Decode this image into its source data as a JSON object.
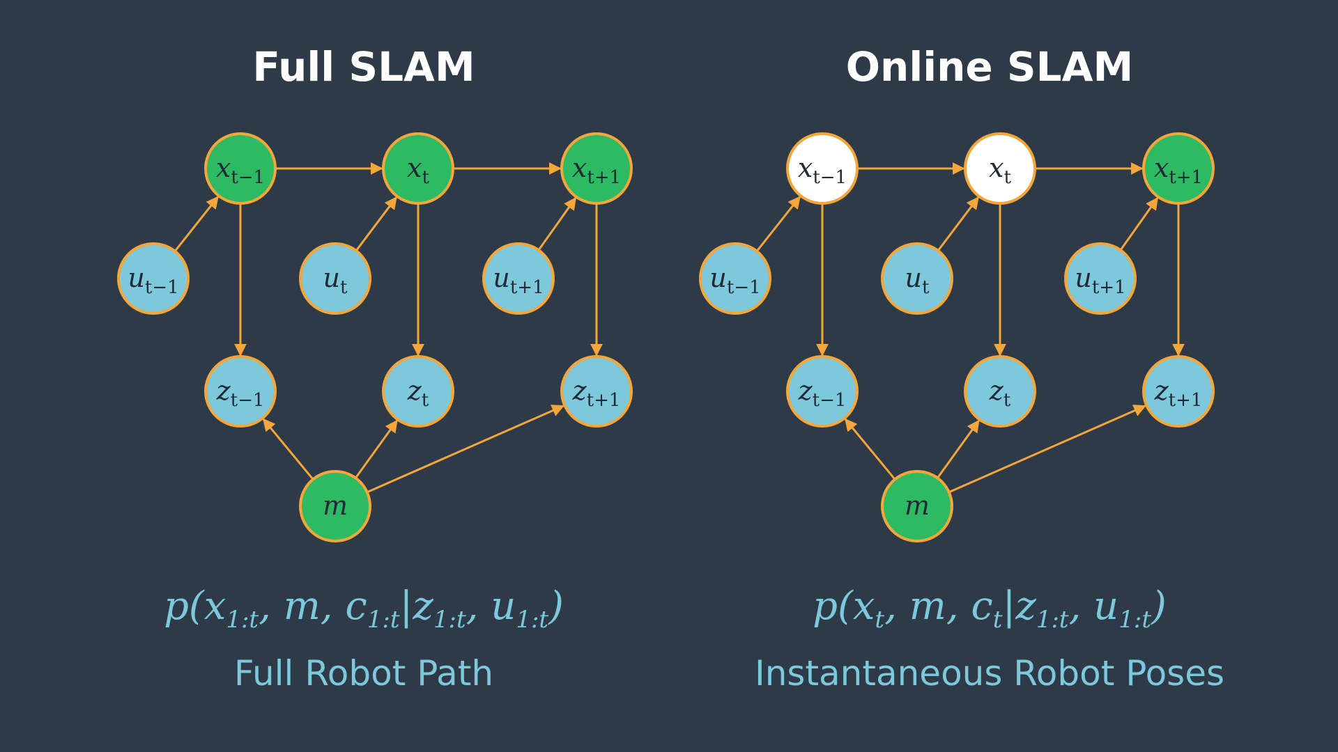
{
  "colors": {
    "background": "#2e3a48",
    "edge": "#f3a73a",
    "observed_node": "#7ec8dc",
    "pose_node": "#2dba63",
    "marginalized_node": "#ffffff",
    "text_accent": "#7ec8dc",
    "title": "#ffffff"
  },
  "panels": [
    {
      "title": "Full SLAM",
      "formula": {
        "parts": [
          "p(x",
          "1:t",
          ", m, c",
          "1:t",
          "|z",
          "1:t",
          ", u",
          "1:t",
          ")"
        ]
      },
      "caption": "Full Robot Path",
      "nodes": [
        {
          "id": "x_prev",
          "base": "x",
          "sub": "t−1",
          "kind": "pose"
        },
        {
          "id": "x_cur",
          "base": "x",
          "sub": "t",
          "kind": "pose"
        },
        {
          "id": "x_next",
          "base": "x",
          "sub": "t+1",
          "kind": "pose"
        },
        {
          "id": "u_prev",
          "base": "u",
          "sub": "t−1",
          "kind": "observed"
        },
        {
          "id": "u_cur",
          "base": "u",
          "sub": "t",
          "kind": "observed"
        },
        {
          "id": "u_next",
          "base": "u",
          "sub": "t+1",
          "kind": "observed"
        },
        {
          "id": "z_prev",
          "base": "z",
          "sub": "t−1",
          "kind": "observed"
        },
        {
          "id": "z_cur",
          "base": "z",
          "sub": "t",
          "kind": "observed"
        },
        {
          "id": "z_next",
          "base": "z",
          "sub": "t+1",
          "kind": "observed"
        },
        {
          "id": "m",
          "base": "m",
          "sub": "",
          "kind": "pose"
        }
      ]
    },
    {
      "title": "Online SLAM",
      "formula": {
        "parts": [
          "p(x",
          "t",
          ", m, c",
          "t",
          "|z",
          "1:t",
          ", u",
          "1:t",
          ")"
        ]
      },
      "caption": "Instantaneous Robot Poses",
      "nodes": [
        {
          "id": "x_prev",
          "base": "x",
          "sub": "t−1",
          "kind": "marginalized"
        },
        {
          "id": "x_cur",
          "base": "x",
          "sub": "t",
          "kind": "marginalized"
        },
        {
          "id": "x_next",
          "base": "x",
          "sub": "t+1",
          "kind": "pose"
        },
        {
          "id": "u_prev",
          "base": "u",
          "sub": "t−1",
          "kind": "observed"
        },
        {
          "id": "u_cur",
          "base": "u",
          "sub": "t",
          "kind": "observed"
        },
        {
          "id": "u_next",
          "base": "u",
          "sub": "t+1",
          "kind": "observed"
        },
        {
          "id": "z_prev",
          "base": "z",
          "sub": "t−1",
          "kind": "observed"
        },
        {
          "id": "z_cur",
          "base": "z",
          "sub": "t",
          "kind": "observed"
        },
        {
          "id": "z_next",
          "base": "z",
          "sub": "t+1",
          "kind": "observed"
        },
        {
          "id": "m",
          "base": "m",
          "sub": "",
          "kind": "pose"
        }
      ]
    }
  ],
  "edges": [
    [
      "x_prev",
      "x_cur"
    ],
    [
      "x_cur",
      "x_next"
    ],
    [
      "u_prev",
      "x_prev"
    ],
    [
      "u_cur",
      "x_cur"
    ],
    [
      "u_next",
      "x_next"
    ],
    [
      "x_prev",
      "z_prev"
    ],
    [
      "x_cur",
      "z_cur"
    ],
    [
      "x_next",
      "z_next"
    ],
    [
      "m",
      "z_prev"
    ],
    [
      "m",
      "z_cur"
    ],
    [
      "m",
      "z_next"
    ]
  ]
}
